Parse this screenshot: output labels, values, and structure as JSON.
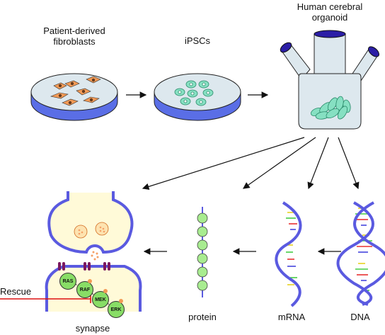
{
  "labels": {
    "fibroblasts_line1": "Patient-derived",
    "fibroblasts_line2": "fibroblasts",
    "ipscs": "iPSCs",
    "organoid_line1": "Human cerebral",
    "organoid_line2": "organoid",
    "protein": "protein",
    "mrna": "mRNA",
    "dna": "DNA",
    "synapse": "synapse",
    "rescue": "Rescue"
  },
  "kinases": [
    "RAS",
    "RAF",
    "MEK",
    "ERK"
  ],
  "colors": {
    "dish_fill": "#dde8ee",
    "dish_rim": "#5a6ee6",
    "fibroblast": "#f39a55",
    "ipsc": "#86e0c2",
    "flask_fill": "#dde8ee",
    "flask_cap": "#2b1ea6",
    "membrane": "#5a5ae0",
    "synapse_fill": "#fffad8",
    "receptor": "#7a1860",
    "kinase": "#88dd66",
    "protein_bead": "#a8ec90",
    "rescue_line": "#dd1010",
    "vesicle": "#f5a066"
  }
}
